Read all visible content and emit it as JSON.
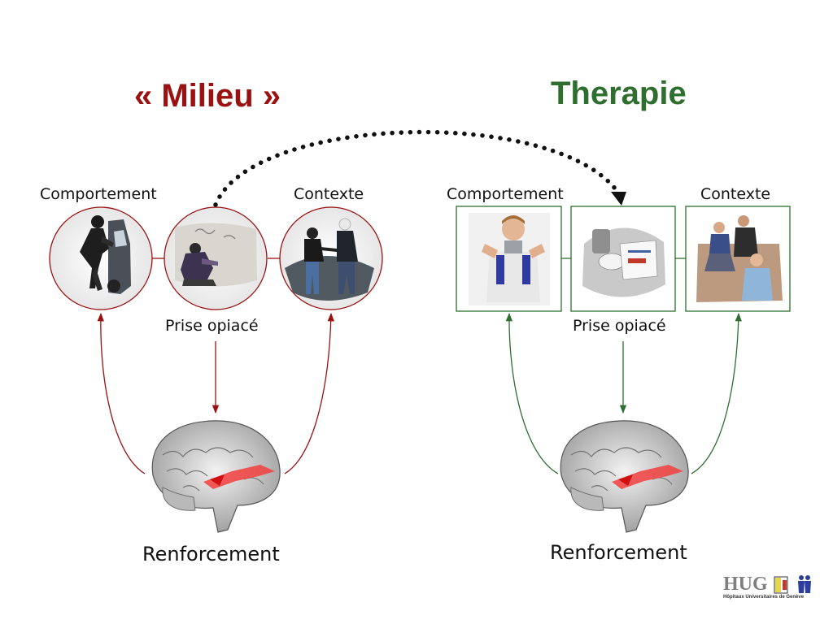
{
  "colors": {
    "milieu": "#9b1111",
    "therapie": "#2e6e2e",
    "dots": "#111111"
  },
  "left": {
    "title": "« Milieu »",
    "label_behaviour": "Comportement",
    "label_context": "Contexte",
    "label_intake": "Prise opiacé",
    "label_reinforcement": "Renforcement"
  },
  "right": {
    "title": "Therapie",
    "label_behaviour": "Comportement",
    "label_context": "Contexte",
    "label_intake": "Prise opiacé",
    "label_reinforcement": "Renforcement"
  },
  "logo": {
    "name": "HUG",
    "subtitle": "Hôpitaux Universitaires de Genève"
  }
}
